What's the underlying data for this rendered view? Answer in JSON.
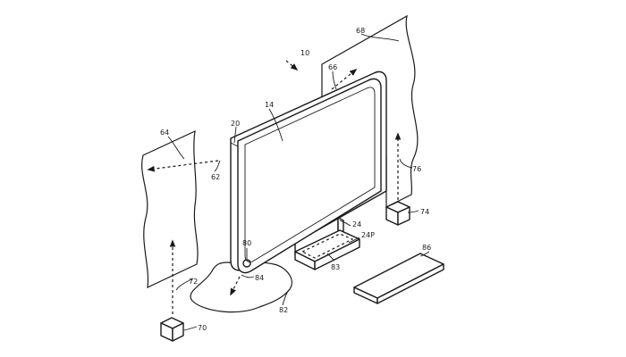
{
  "figure": {
    "labels": {
      "system": "10",
      "display_screen": "14",
      "housing_edge": "20",
      "stand": "24",
      "stand_platform": "24P",
      "left_surface": "64",
      "left_emission": "62",
      "rear_emission": "66",
      "rear_wall": "68",
      "cube_left": "70",
      "cube_left_path": "72",
      "cube_right": "74",
      "cube_right_path": "76",
      "sensor_port": "80",
      "ground_projection": "82",
      "stand_pad": "83",
      "port_emission": "84",
      "keyboard": "86"
    }
  }
}
